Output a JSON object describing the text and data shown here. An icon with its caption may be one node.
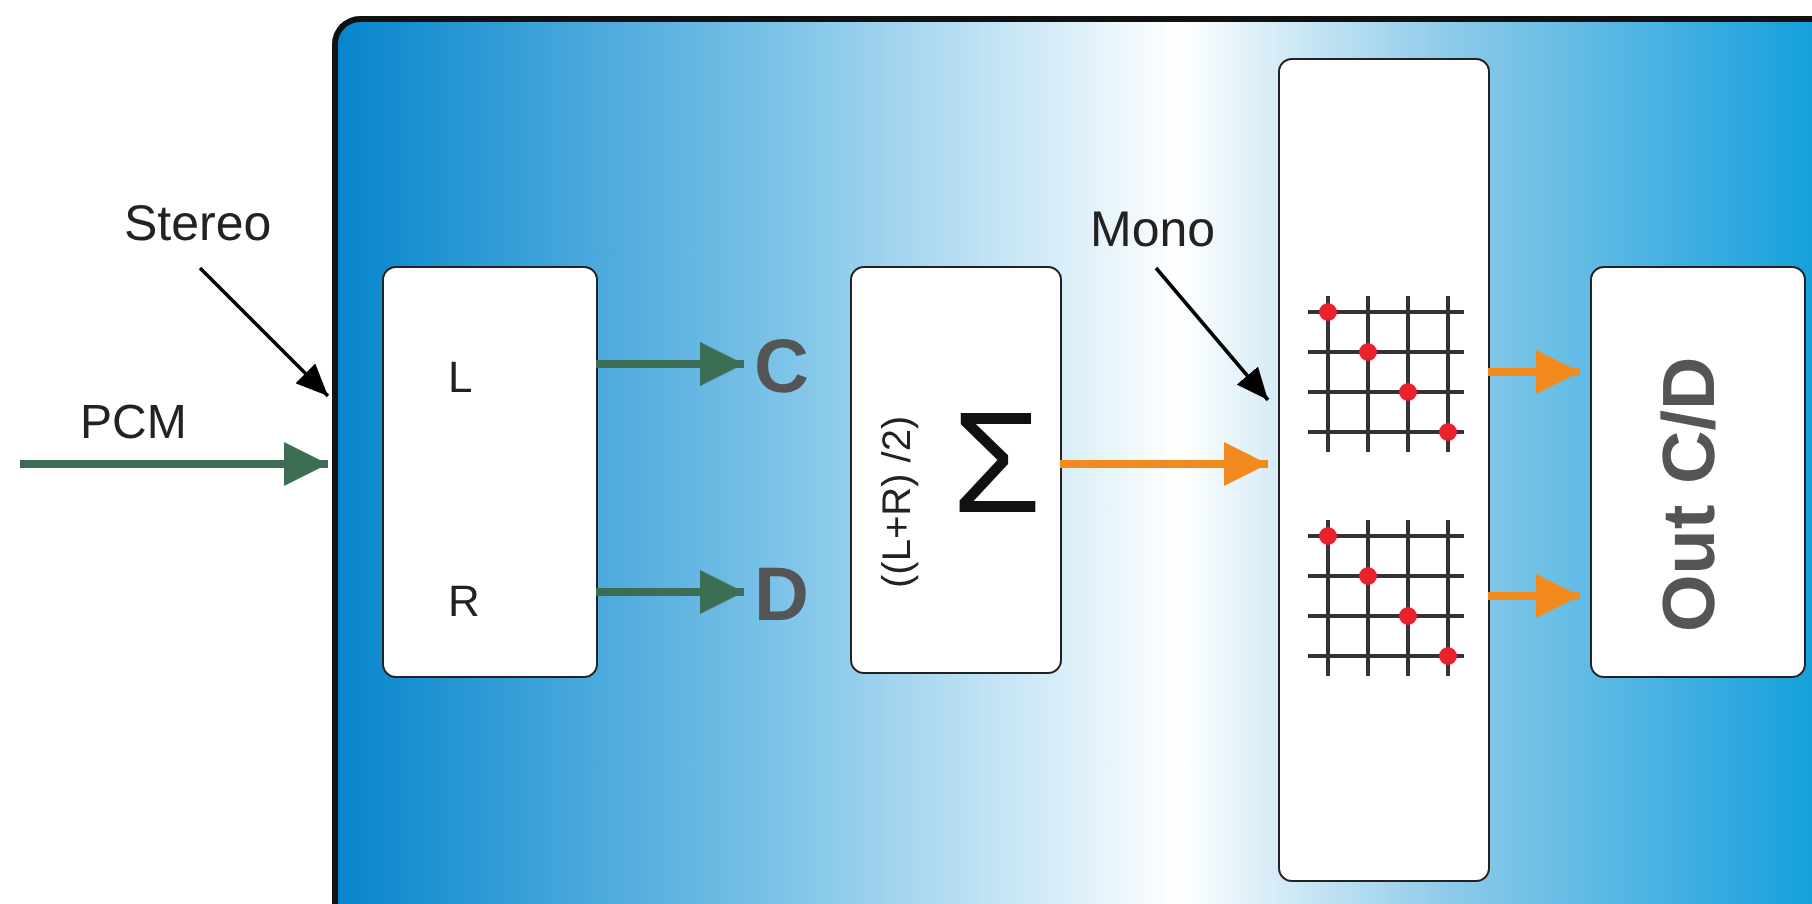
{
  "diagram": {
    "nodes": [
      {
        "text": [
          "Stereo"
        ]
      },
      {
        "text": [],
        "shape": "box"
      },
      {
        "text": [
          "L",
          "R"
        ],
        "in": 1
      },
      {
        "text": [
          "C"
        ],
        "in": 1
      },
      {
        "text": [
          "D"
        ],
        "in": 1
      },
      {
        "text": [
          "Mono"
        ],
        "in": 1
      },
      {
        "text": [
          "((L+R) /2)",
          "Σ"
        ],
        "in": 1
      },
      {
        "text": [],
        "shape": "box",
        "in": 1
      },
      {
        "text": [
          "Out C/D"
        ],
        "in": 1
      }
    ],
    "edges": [
      {
        "from": null,
        "to": 1,
        "arrow": "to",
        "label": "PCM",
        "color": "#3b6e55"
      },
      {
        "from": 0,
        "to": 1,
        "arrow": "to",
        "color": "#000000"
      },
      {
        "from": 2,
        "to": 3,
        "arrow": "to",
        "color": "#3b6e55"
      },
      {
        "from": 2,
        "to": 4,
        "arrow": "to",
        "color": "#3b6e55"
      },
      {
        "from": 5,
        "to": 7,
        "arrow": "to",
        "color": "#000000"
      },
      {
        "from": 6,
        "to": 7,
        "arrow": "to",
        "color": "#f28a1e"
      },
      {
        "from": 7,
        "to": 8,
        "arrow": "to",
        "color": "#f28a1e"
      },
      {
        "from": 7,
        "to": 8,
        "arrow": "to",
        "color": "#f28a1e"
      }
    ]
  }
}
